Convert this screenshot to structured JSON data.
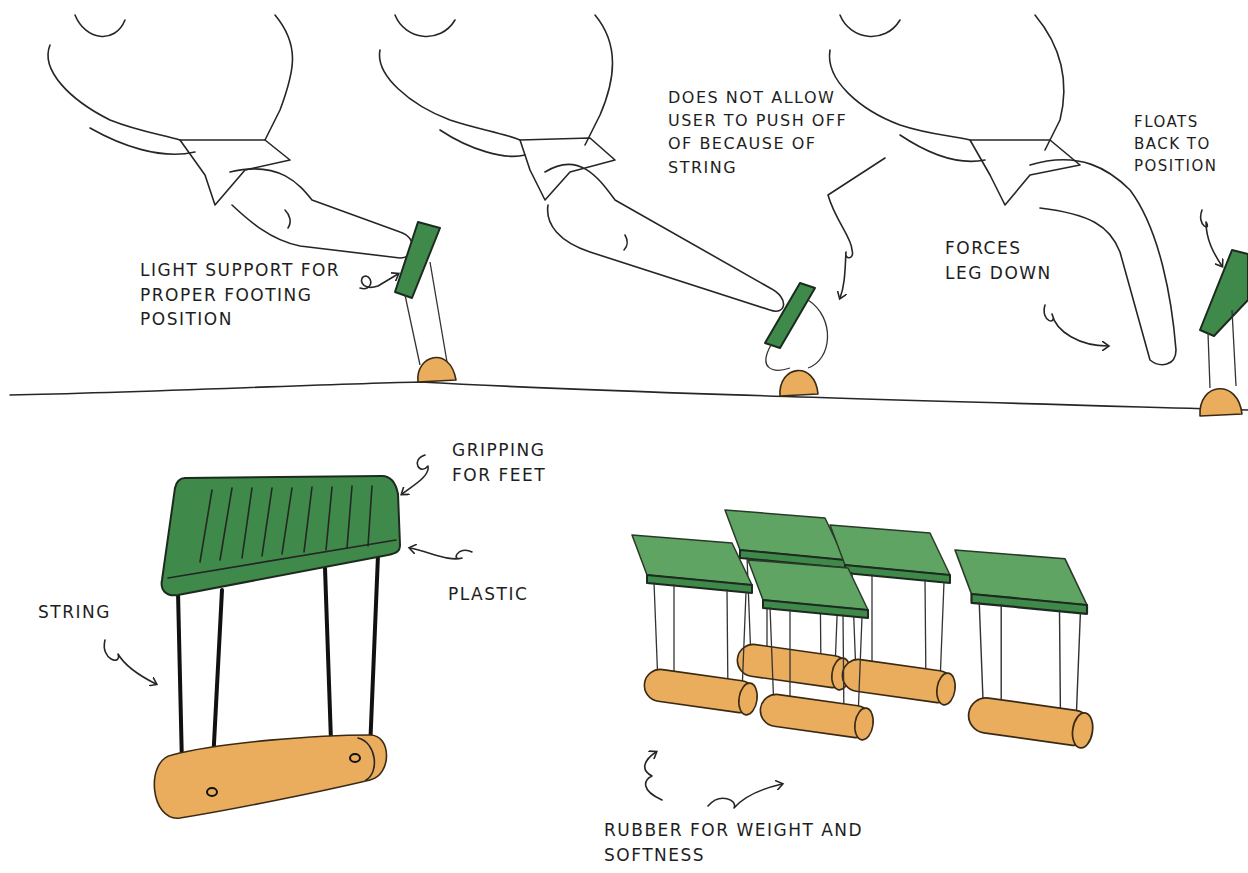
{
  "diagram": {
    "labels": [
      "LIGHT SUPPORT FOR PROPER FOOTING POSITION",
      "DOES NOT ALLOW USER TO PUSH OFF OF BECAUSE OF STRING",
      "FORCES LEG DOWN",
      "FLOATS BACK TO POSITION",
      "GRIPPING FOR FEET",
      "PLASTIC",
      "STRING",
      "RUBBER FOR WEIGHT AND SOFTNESS"
    ]
  }
}
